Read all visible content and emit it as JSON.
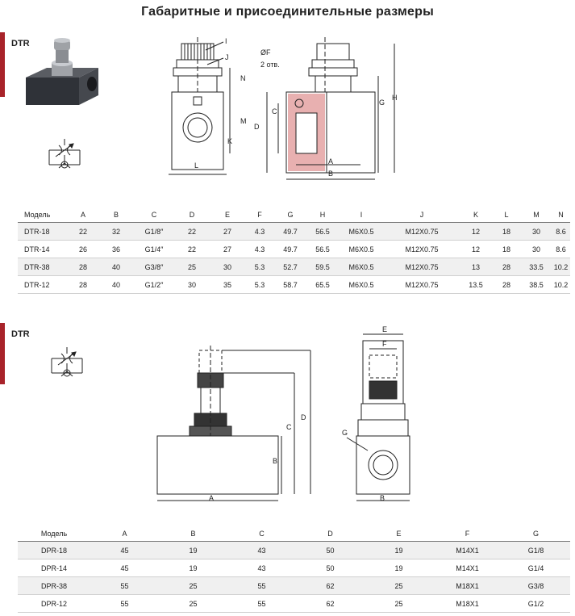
{
  "title": "Габаритные и присоединительные размеры",
  "section1": {
    "label": "DTR",
    "drawing_labels": {
      "I": "I",
      "J": "J",
      "N": "N",
      "M": "M",
      "K": "K",
      "L": "L",
      "F": "ØF",
      "holes": "2 отв.",
      "holes_vertical": "2 отв.",
      "D": "D",
      "C": "C",
      "G": "G",
      "H": "H",
      "A": "A",
      "B": "B"
    },
    "table": {
      "headers": [
        "Модель",
        "A",
        "B",
        "C",
        "D",
        "E",
        "F",
        "G",
        "H",
        "I",
        "J",
        "K",
        "L",
        "M",
        "N"
      ],
      "rows": [
        [
          "DTR-18",
          "22",
          "32",
          "G1/8″",
          "22",
          "27",
          "4.3",
          "49.7",
          "56.5",
          "M6X0.5",
          "M12X0.75",
          "12",
          "18",
          "30",
          "8.6"
        ],
        [
          "DTR-14",
          "26",
          "36",
          "G1/4″",
          "22",
          "27",
          "4.3",
          "49.7",
          "56.5",
          "M6X0.5",
          "M12X0.75",
          "12",
          "18",
          "30",
          "8.6"
        ],
        [
          "DTR-38",
          "28",
          "40",
          "G3/8″",
          "25",
          "30",
          "5.3",
          "52.7",
          "59.5",
          "M6X0.5",
          "M12X0.75",
          "13",
          "28",
          "33.5",
          "10.2"
        ],
        [
          "DTR-12",
          "28",
          "40",
          "G1/2″",
          "30",
          "35",
          "5.3",
          "58.7",
          "65.5",
          "M6X0.5",
          "M12X0.75",
          "13.5",
          "28",
          "38.5",
          "10.2"
        ]
      ]
    }
  },
  "section2": {
    "label": "DTR",
    "drawing_labels": {
      "A": "A",
      "B": "B",
      "C": "C",
      "D": "D",
      "E": "E",
      "F": "F",
      "G": "G",
      "B2": "B"
    },
    "table": {
      "headers": [
        "Модель",
        "A",
        "B",
        "C",
        "D",
        "E",
        "F",
        "G"
      ],
      "rows": [
        [
          "DPR-18",
          "45",
          "19",
          "43",
          "50",
          "19",
          "M14X1",
          "G1/8"
        ],
        [
          "DPR-14",
          "45",
          "19",
          "43",
          "50",
          "19",
          "M14X1",
          "G1/4"
        ],
        [
          "DPR-38",
          "55",
          "25",
          "55",
          "62",
          "25",
          "M18X1",
          "G3/8"
        ],
        [
          "DPR-12",
          "55",
          "25",
          "55",
          "62",
          "25",
          "M18X1",
          "G1/2"
        ]
      ]
    }
  },
  "colors": {
    "accent": "#a8232a",
    "line": "#222222"
  }
}
